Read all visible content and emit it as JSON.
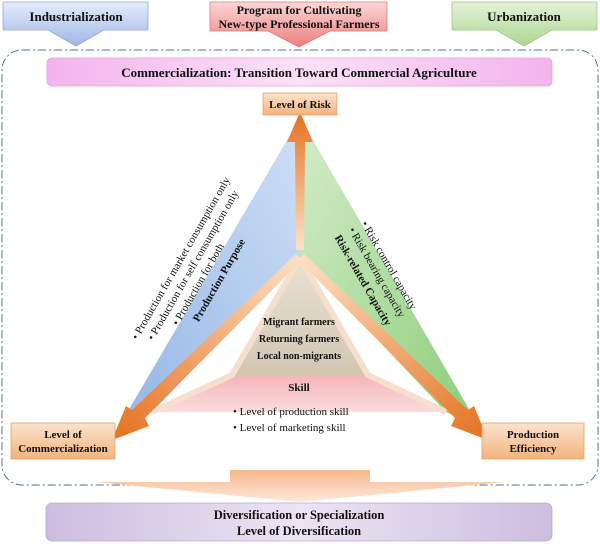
{
  "top_arrows": {
    "left": "Industrialization",
    "center_line1": "Program for Cultivating",
    "center_line2": "New-type Professional Farmers",
    "right": "Urbanization"
  },
  "banner": "Commercialization: Transition Toward Commercial Agriculture",
  "corners": {
    "top": "Level of Risk",
    "left_line1": "Level of",
    "left_line2": "Commercialization",
    "right_line1": "Production",
    "right_line2": "Efficiency"
  },
  "left_panel": {
    "title": "Production Purpose",
    "items": [
      "Production for market consumption only",
      "Production for self consumption only",
      "Production for both"
    ]
  },
  "right_panel": {
    "title": "Risk-related Capacity",
    "items": [
      "Risk control capacity",
      "Risk bearing capacity"
    ]
  },
  "bottom_panel": {
    "title": "Skill",
    "items": [
      "Level of production skill",
      "Level of marketing skill"
    ]
  },
  "center": {
    "items": [
      "Migrant farmers",
      "Returning farmers",
      "Local non-migrants"
    ]
  },
  "bottom_box": {
    "line1": "Diversification or Specialization",
    "line2": "Level of Diversification"
  },
  "colors": {
    "top_left_arrow": "#b7c9ee",
    "top_center_arrow": "#f08a8a",
    "top_right_arrow": "#bfe0a8",
    "banner": "#f7c8f1",
    "corner_box": "#f6c79f",
    "left_panel": "#a9c6ec",
    "right_panel": "#a9d79a",
    "bottom_panel": "#f7a8ad",
    "center": "#ded3c3",
    "orange_arrow": "#e9792c",
    "bottom_box": "#d9cde6"
  }
}
